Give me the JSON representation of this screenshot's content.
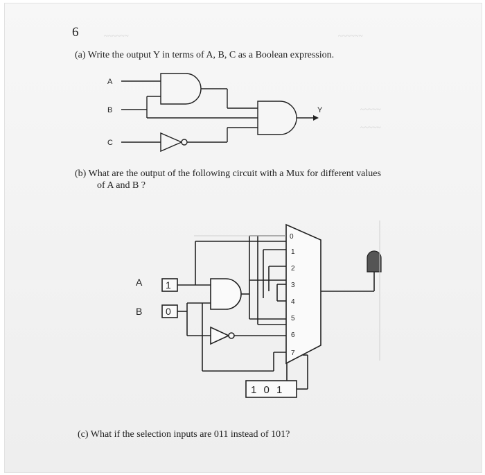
{
  "question": {
    "number": "6",
    "part_a": "(a) Write the output Y in terms of A, B, C as a Boolean expression.",
    "part_b_line1": "(b) What are the output of the following circuit with a Mux for different values",
    "part_b_line2": "of A and B ?",
    "part_c": "(c) What if the selection inputs are 011 instead of 101?"
  },
  "circuit_a": {
    "input_a": "A",
    "input_b": "B",
    "input_c": "C",
    "output_y": "Y"
  },
  "circuit_b": {
    "input_a_label": "A",
    "input_b_label": "B",
    "input_a_value": "1",
    "input_b_value": "0",
    "mux_inputs": [
      "0",
      "1",
      "2",
      "3",
      "4",
      "5",
      "6",
      "7"
    ],
    "select_bits": "1 0 1"
  },
  "colors": {
    "ink": "#222222",
    "paper": "#f4f4f4",
    "led": "#555555"
  }
}
